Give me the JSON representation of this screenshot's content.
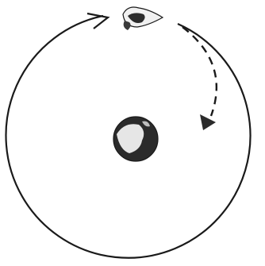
{
  "diagram": {
    "elements": [
      {
        "name": "earth-icon",
        "type": "planet"
      },
      {
        "name": "orbit-path",
        "type": "circular-orbit",
        "line_style": "solid"
      },
      {
        "name": "spacecraft-icon",
        "type": "spacecraft"
      },
      {
        "name": "descent-trajectory",
        "type": "arc-arrow",
        "line_style": "dashed"
      }
    ],
    "colors": {
      "line": "#1a1a1a",
      "planet_dark": "#2b2b2b",
      "planet_light": "#e6e6e6",
      "background": "#ffffff"
    }
  }
}
